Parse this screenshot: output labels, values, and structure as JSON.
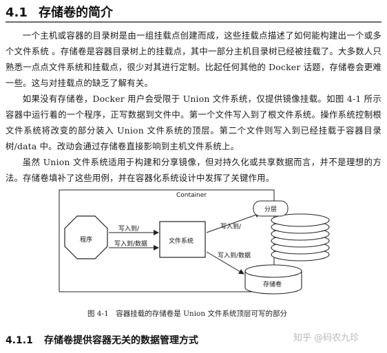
{
  "section": {
    "number": "4.1",
    "title": "存储卷的简介"
  },
  "paragraphs": [
    "一个主机或容器的目录树是由一组挂载点创建而成，这些挂载点描述了如何能构建出一个或多个文件系统 。存储卷是容器目录树上的挂载点，其中一部分主机目录树已经被挂载了。大多数人只熟悉一点点文件系统和挂载点，很少对其进行定制。比起任何其他的 Docker 话题，存储卷会更难一些。这与对挂载点的缺乏了解有关。",
    "如果没有存储卷，Docker 用户会受限于 Union 文件系统，仅提供镜像挂载。如图 4-1 所示容器中运行着的一个程序，正写数据到文件中。第一个文件写入到了根文件系统。操作系统控制根文件系统将改变的部分装入 Union 文件系统的顶层。第二个文件则写入到已经挂载于容器目录树/data 中。改动会通过存储卷直接影响到主机文件系统上。",
    "虽然 Union 文件系统适用于构建和分享镜像，但对持久化或共享数据而言，并不是理想的方法。存储卷填补了这些用例，并在容器化系统设计中发挥了关键作用。"
  ],
  "figure": {
    "container_label": "Container",
    "program_label": "程序",
    "write_label_top": "写入到/",
    "write_label_bottom": "写入到/数据",
    "filesystem_label": "文件系统",
    "write_to_root": "写入到/",
    "write_to_data": "写入到/数据",
    "layers_label": "分层",
    "volume_label": "存储卷",
    "caption": "图 4-1　容器挂载的存储卷是 Union 文件系统顶层可写的部分"
  },
  "subsection": {
    "number": "4.1.1",
    "title": "存储卷提供容器无关的数据管理方式"
  },
  "watermark": "知乎 @码农九珍"
}
